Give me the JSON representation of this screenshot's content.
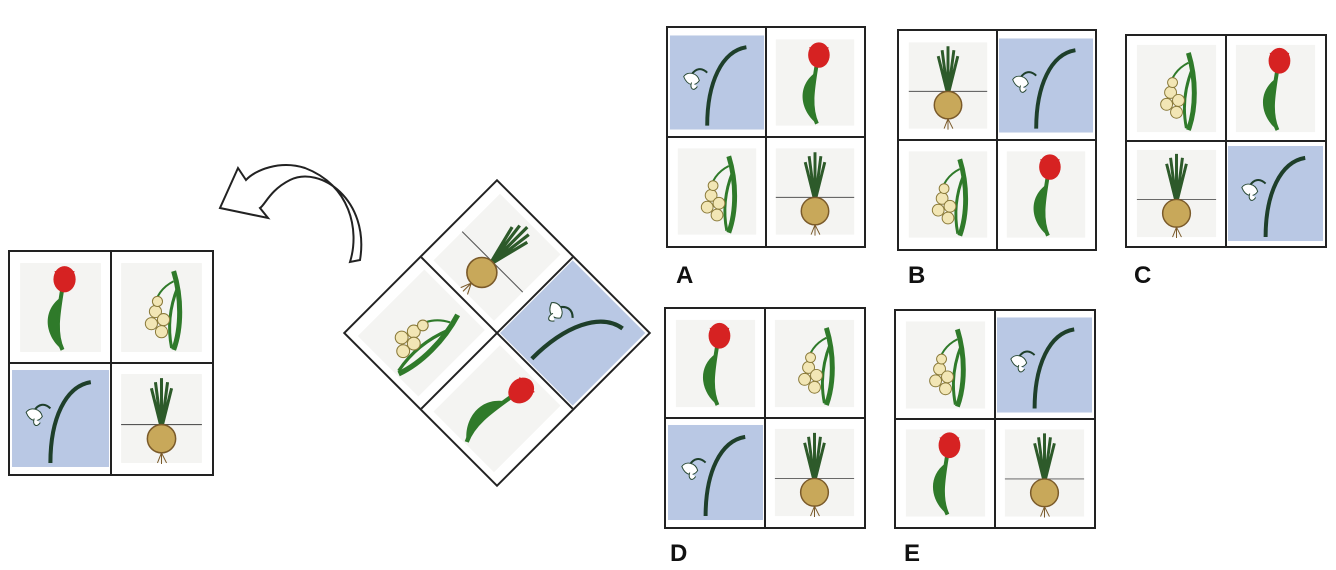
{
  "colors": {
    "sky": "#b9c8e4",
    "paper": "#f4f4f2",
    "border": "#222222",
    "tulip": "#d62222",
    "leaf": "#2f7a2a",
    "bulb": "#c8a85a"
  },
  "icons": [
    "tulip-icon",
    "lily-of-the-valley-icon",
    "snowdrop-icon",
    "onion-bulb-icon"
  ],
  "reference": {
    "tiles": [
      "tulip",
      "lily",
      "snowdrop",
      "bulb"
    ]
  },
  "rotated": {
    "tiles": [
      "bulb",
      "snowdrop",
      "lily",
      "tulip"
    ]
  },
  "options": [
    {
      "label": "A",
      "tiles": [
        "snowdrop",
        "tulip",
        "lily",
        "bulb"
      ]
    },
    {
      "label": "B",
      "tiles": [
        "bulb",
        "snowdrop",
        "lily",
        "tulip"
      ]
    },
    {
      "label": "C",
      "tiles": [
        "lily",
        "tulip",
        "bulb",
        "snowdrop"
      ]
    },
    {
      "label": "D",
      "tiles": [
        "tulip",
        "lily",
        "snowdrop",
        "bulb"
      ]
    },
    {
      "label": "E",
      "tiles": [
        "lily",
        "snowdrop",
        "tulip",
        "bulb"
      ]
    }
  ]
}
